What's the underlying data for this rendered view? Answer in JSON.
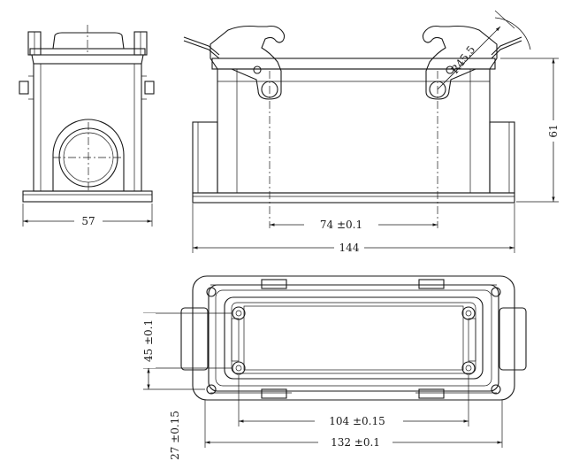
{
  "dimensions": {
    "front_width": "57",
    "hole_spacing": "74  ±0.1",
    "overall_length": "144",
    "height": "61",
    "radius": "R45.5",
    "bottom_height": "45  ±0.1",
    "bottom_offset": "27  ±0.15",
    "bottom_inner_length": "104  ±0.15",
    "bottom_outer_length": "132  ±0.1"
  }
}
